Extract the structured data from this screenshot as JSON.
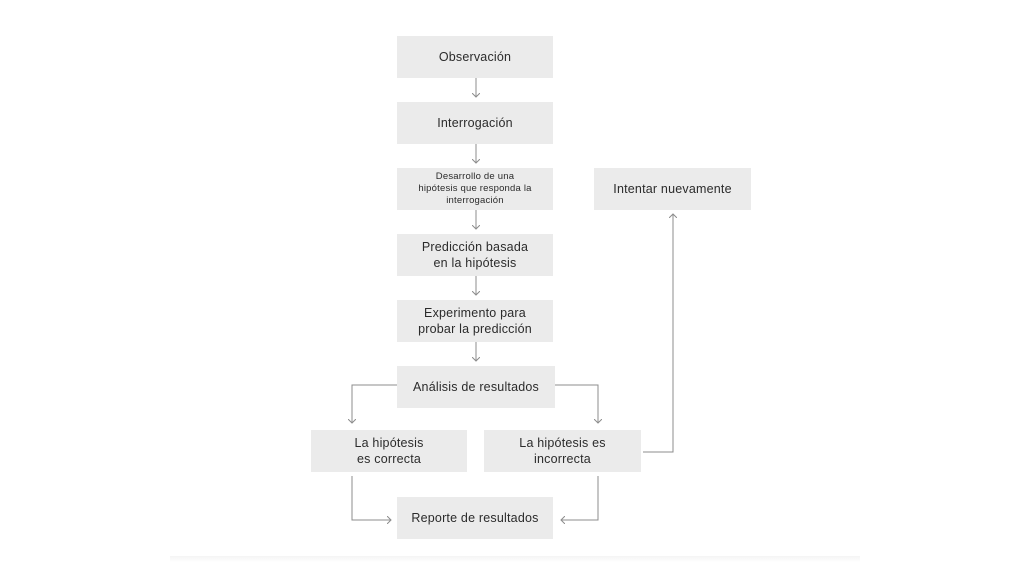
{
  "diagram": {
    "nodes": {
      "observacion": "Observación",
      "interrogacion": "Interrogación",
      "desarrollo": "Desarrollo de una\nhipótesis que responda la\ninterrogación",
      "prediccion": "Predicción basada\nen la hipótesis",
      "experimento": "Experimento para\nprobar la predicción",
      "analisis": "Análisis de resultados",
      "correcta": "La hipótesis\nes correcta",
      "incorrecta": "La hipótesis es\nincorrecta",
      "reporte": "Reporte de resultados",
      "intentar": "Intentar nuevamente"
    },
    "colors": {
      "node_fill": "#ebebeb",
      "connector": "#8c8c8c",
      "text": "#2b2b2b"
    }
  }
}
